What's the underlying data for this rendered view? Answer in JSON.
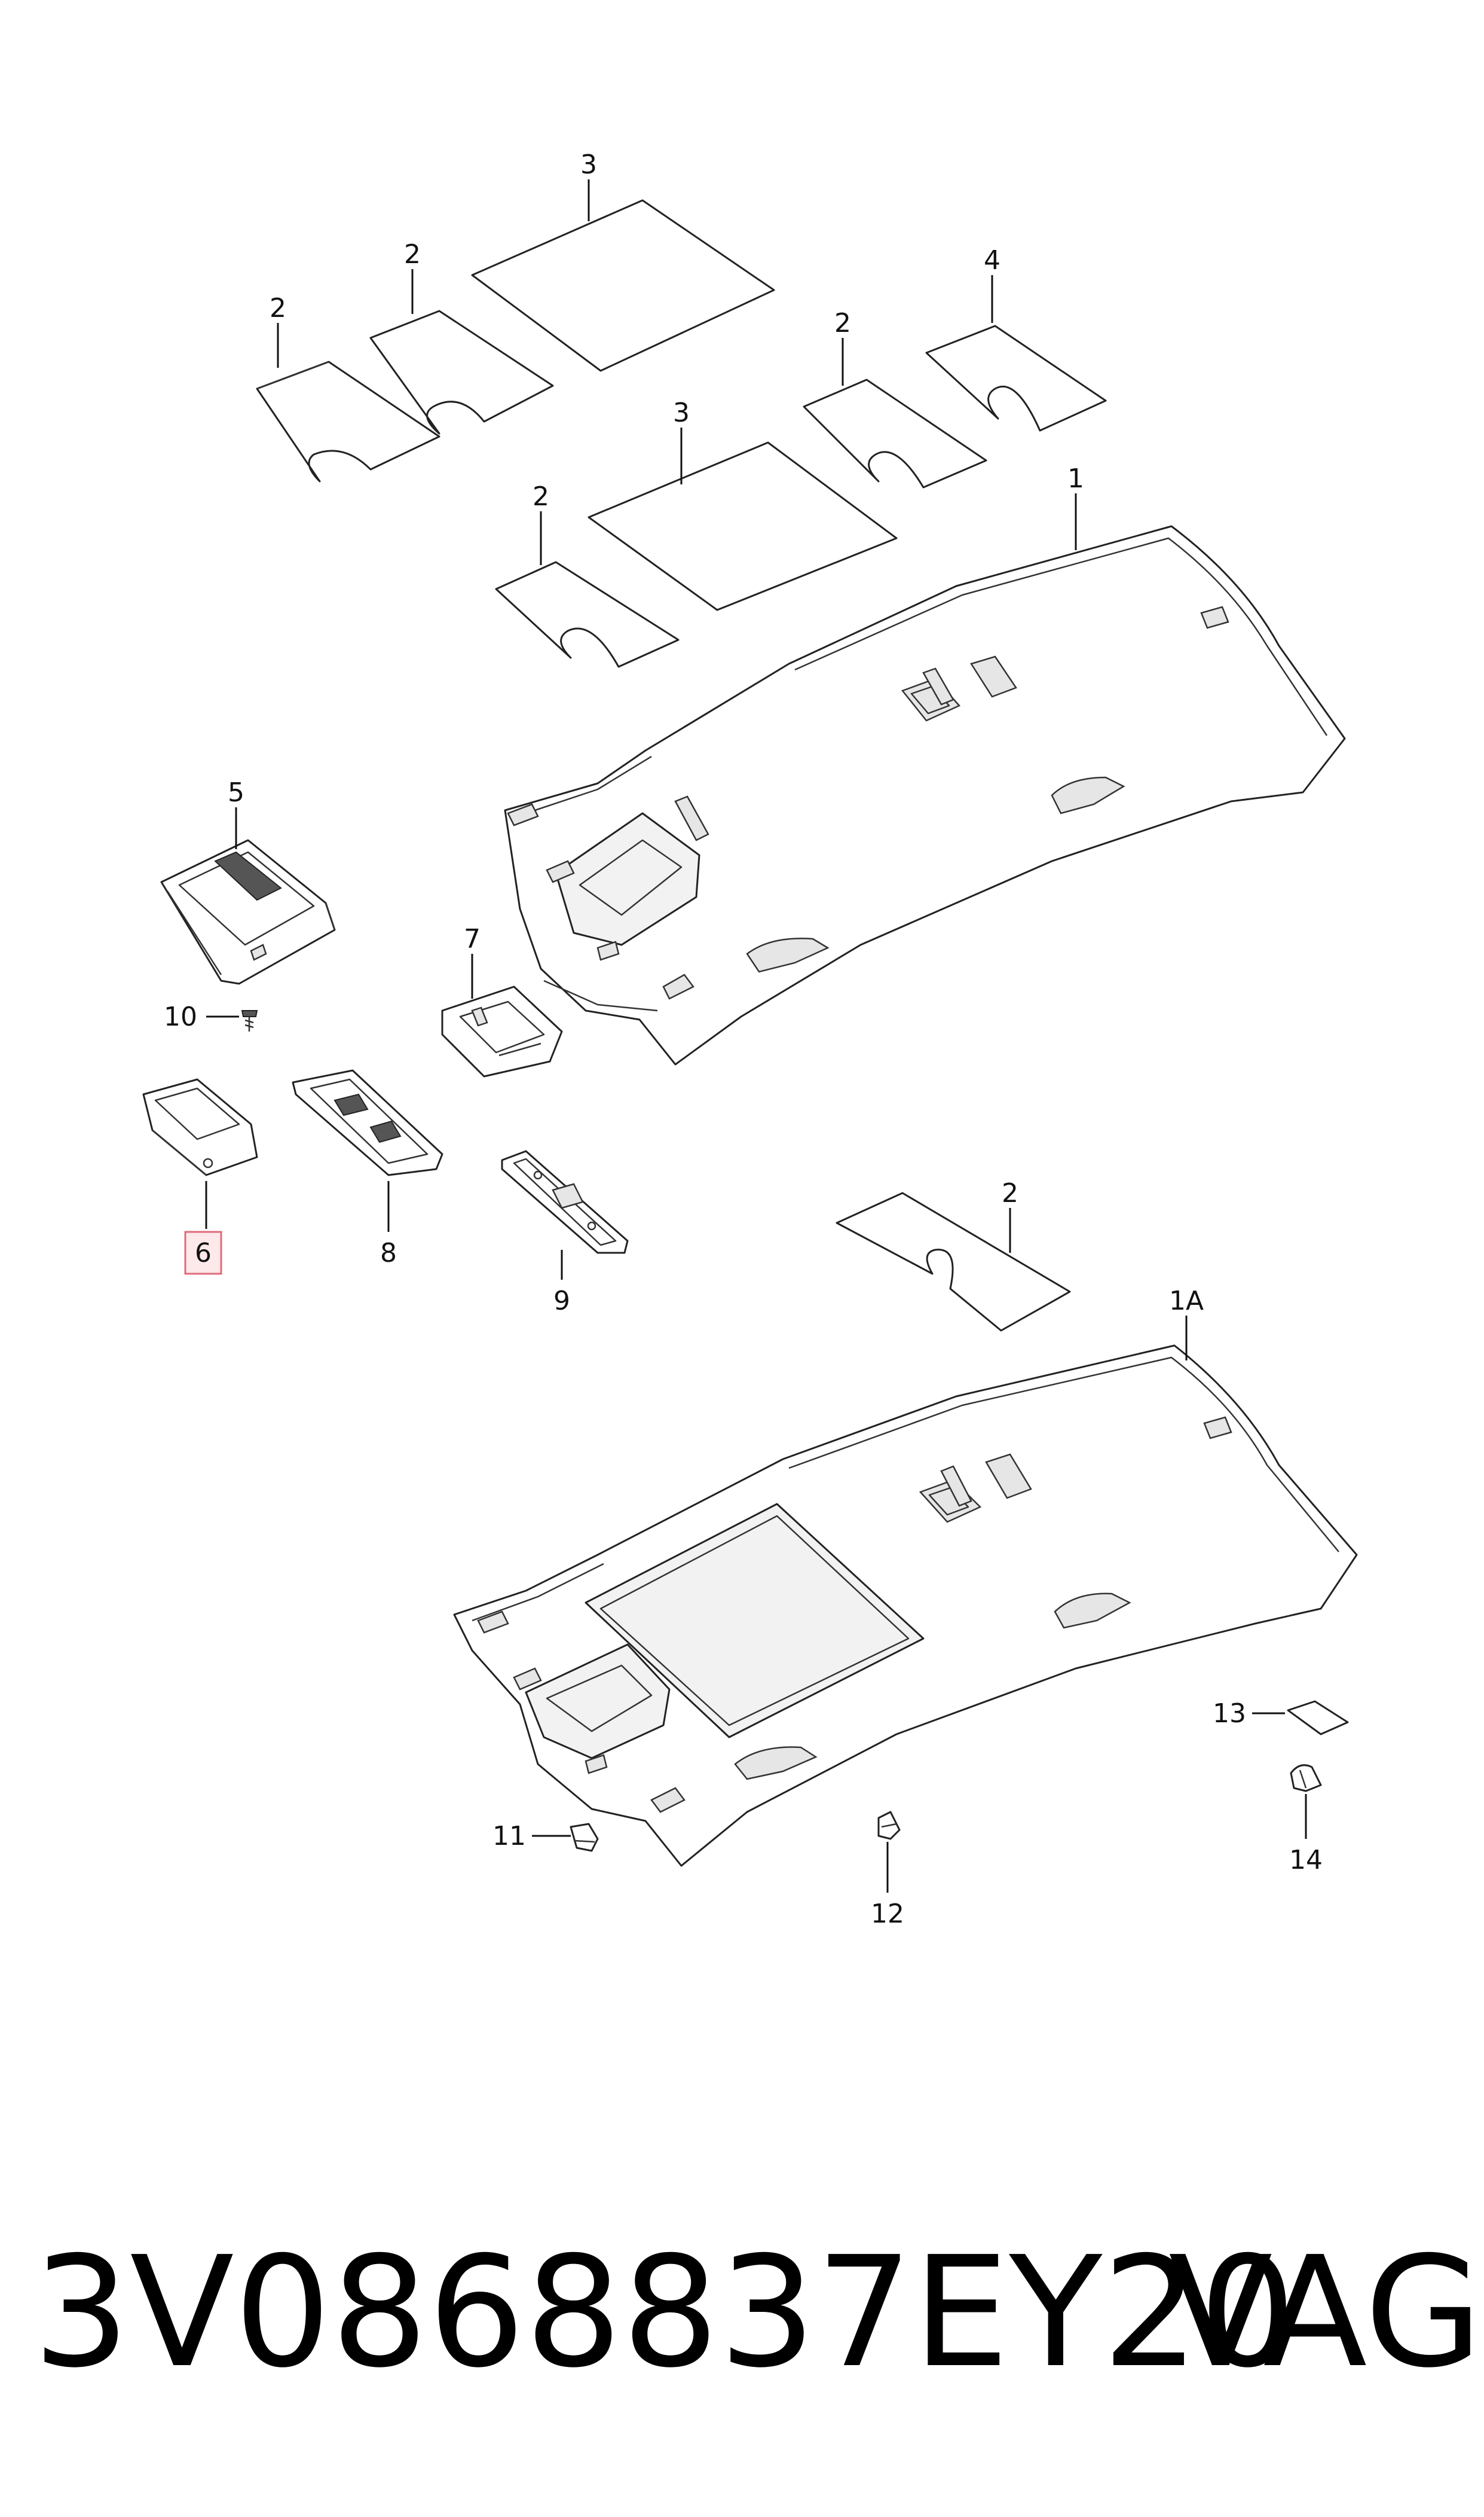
{
  "callouts": {
    "c1": "1",
    "c1a": "1A",
    "c2a": "2",
    "c2b": "2",
    "c2c": "2",
    "c2d": "2",
    "c2e": "2",
    "c3a": "3",
    "c3b": "3",
    "c4": "4",
    "c5": "5",
    "c6": "6",
    "c7": "7",
    "c8": "8",
    "c9": "9",
    "c10": "10",
    "c11": "11",
    "c12": "12",
    "c13": "13",
    "c14": "14"
  },
  "highlighted_callout": "6",
  "footer": {
    "part_number": "3V0868837EY20",
    "brand": "VAG"
  },
  "colors": {
    "line": "#222222",
    "highlight_fill": "#fde8ea",
    "highlight_stroke": "#e06b7a"
  }
}
